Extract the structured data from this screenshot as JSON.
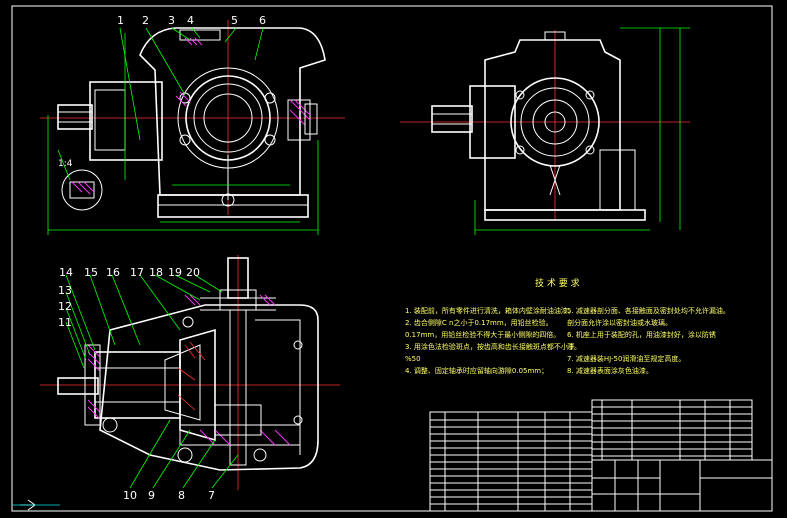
{
  "part_labels_top": [
    "1",
    "2",
    "3",
    "4",
    "5",
    "6"
  ],
  "part_labels_left": [
    "14",
    "15",
    "16",
    "17",
    "18",
    "19",
    "20",
    "13",
    "12",
    "11"
  ],
  "part_labels_bottom": [
    "10",
    "9",
    "8",
    "7"
  ],
  "note_label": "1:4",
  "notes_title": "技 术 要 求",
  "notes": [
    "1. 装配前，所有零件进行清洗，箱体内壁涂耐油油漆。",
    "2. 齿合侧隙C n之小于0.17mm，用铅丝检验。",
    "   0.17mm，用铅丝检验不得大于最小侧隙的四倍。",
    "3. 用涂色法检验斑点，按齿高和齿长接触斑点都不小于",
    "   %50",
    "4. 调整、固定轴承时应留轴向游隙0.05mm；",
    "5. 减速器剖分面、各接触面及密封处均不允许漏油。",
    "   剖分面允许涂以密封油或水玻璃。",
    "6. 机座上用于装配的孔，用油漆封好，涂以防锈",
    "   漆。",
    "7. 减速器装HJ-50润滑油至规定高度。",
    "8. 减速器表面涂灰色油漆。"
  ],
  "colors": {
    "bg": "#000000",
    "line": "#ffffff",
    "dim": "#00ff00",
    "center": "#ff3030",
    "hatch": "#ff33ff",
    "text": "#ffff66"
  }
}
